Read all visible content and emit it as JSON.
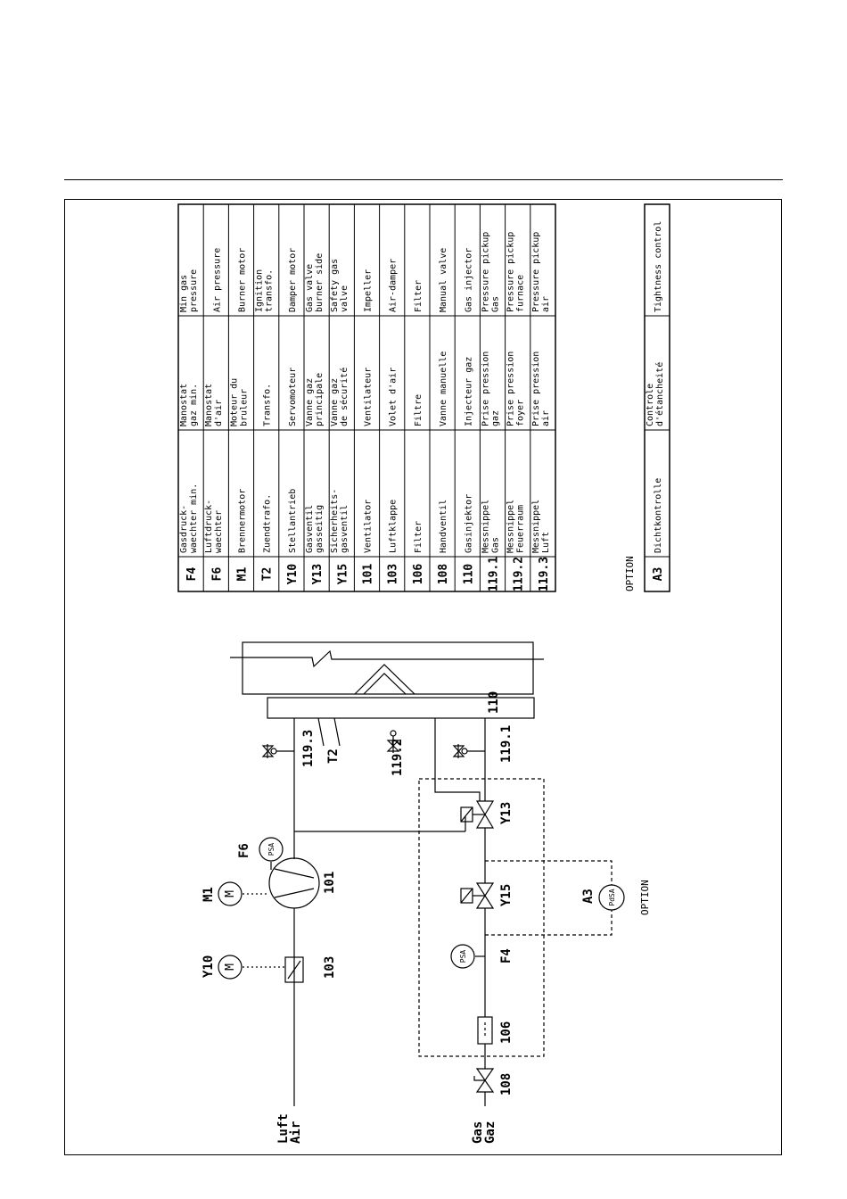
{
  "legend": {
    "rows": [
      {
        "code": "F4",
        "de": [
          "Gasdruck-",
          "waechter min."
        ],
        "fr": [
          "Manostat",
          "gaz min."
        ],
        "en": [
          "Min gas",
          "pressure"
        ]
      },
      {
        "code": "F6",
        "de": [
          "Luftdruck-",
          "waechter"
        ],
        "fr": [
          "Manostat",
          "d'air"
        ],
        "en": [
          "Air pressure"
        ]
      },
      {
        "code": "M1",
        "de": [
          "Brennermotor"
        ],
        "fr": [
          "Moteur du",
          "bruleur"
        ],
        "en": [
          "Burner motor"
        ]
      },
      {
        "code": "T2",
        "de": [
          "Zuendtrafo."
        ],
        "fr": [
          "Transfo."
        ],
        "en": [
          "Ignition",
          "transfo."
        ]
      },
      {
        "code": "Y10",
        "de": [
          "Stellantrieb"
        ],
        "fr": [
          "Servomoteur"
        ],
        "en": [
          "Damper motor"
        ]
      },
      {
        "code": "Y13",
        "de": [
          "Gasventil",
          "gasseitig"
        ],
        "fr": [
          "Vanne gaz",
          "principale"
        ],
        "en": [
          "Gas valve",
          "burner side"
        ]
      },
      {
        "code": "Y15",
        "de": [
          "Sicherheits-",
          "gasventil"
        ],
        "fr": [
          "Vanne gaz",
          "de sécurité"
        ],
        "en": [
          "Safety gas",
          "valve"
        ]
      },
      {
        "code": "101",
        "de": [
          "Ventilator"
        ],
        "fr": [
          "Ventilateur"
        ],
        "en": [
          "Impeller"
        ]
      },
      {
        "code": "103",
        "de": [
          "Luftklappe"
        ],
        "fr": [
          "Volet d'air"
        ],
        "en": [
          "Air-damper"
        ]
      },
      {
        "code": "106",
        "de": [
          "Filter"
        ],
        "fr": [
          "Filtre"
        ],
        "en": [
          "Filter"
        ]
      },
      {
        "code": "108",
        "de": [
          "Handventil"
        ],
        "fr": [
          "Vanne manuelle"
        ],
        "en": [
          "Manual valve"
        ]
      },
      {
        "code": "110",
        "de": [
          "Gasinjektor"
        ],
        "fr": [
          "Injecteur gaz"
        ],
        "en": [
          "Gas injector"
        ]
      },
      {
        "code": "119.1",
        "de": [
          "Messnippel",
          "Gas"
        ],
        "fr": [
          "Prise pression",
          "gaz"
        ],
        "en": [
          "Pressure pickup",
          "Gas"
        ]
      },
      {
        "code": "119.2",
        "de": [
          "Messnippel",
          "Feuerraum"
        ],
        "fr": [
          "Prise pression",
          "foyer"
        ],
        "en": [
          "Pressure pickup",
          "furnace"
        ]
      },
      {
        "code": "119.3",
        "de": [
          "Messnippel",
          "Luft"
        ],
        "fr": [
          "Prise pression",
          "air"
        ],
        "en": [
          "Pressure pickup",
          "air"
        ]
      }
    ],
    "option_title": "OPTION",
    "option_row": {
      "code": "A3",
      "de": [
        "Dichtkontrolle"
      ],
      "fr": [
        "Controle",
        "d'étancheité"
      ],
      "en": [
        "Tightness control"
      ]
    }
  },
  "diagram": {
    "air_label": [
      "Luft",
      "Air"
    ],
    "gas_label": [
      "Gas",
      "Gaz"
    ],
    "labels": {
      "y10": "Y10",
      "m1": "M1",
      "f6": "F6",
      "f4": "F4",
      "a3": "A3",
      "c101": "101",
      "c103": "103",
      "c106": "106",
      "c108": "108",
      "c110": "110",
      "y13": "Y13",
      "y15": "Y15",
      "t2": "T2",
      "c1191": "119.1",
      "c1192": "119.2",
      "c1193": "119.3",
      "option": "OPTION"
    },
    "symbols": {
      "motor": "M",
      "psa": "PSA",
      "pdsa": "PdSA"
    }
  }
}
